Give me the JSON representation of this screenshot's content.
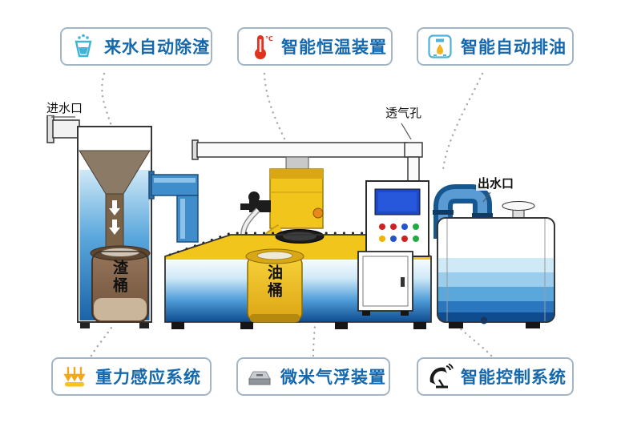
{
  "callouts": {
    "top": [
      {
        "label": "来水自动除渣",
        "icon": "water-cup-icon"
      },
      {
        "label": "智能恒温装置",
        "icon": "thermometer-icon"
      },
      {
        "label": "智能自动排油",
        "icon": "oil-drain-icon"
      }
    ],
    "bottom": [
      {
        "label": "重力感应系统",
        "icon": "gravity-arrows-icon"
      },
      {
        "label": "微米气浮装置",
        "icon": "flotation-device-icon"
      },
      {
        "label": "智能控制系统",
        "icon": "satellite-dish-icon"
      }
    ]
  },
  "machine_labels": {
    "inlet": "进水口",
    "vent": "透气孔",
    "outlet": "出水口",
    "slag_barrel": "渣桶",
    "oil_barrel": "油桶"
  },
  "colors": {
    "callout_text": "#1468ad",
    "callout_border": "#a3b6c6",
    "water_blue": "#2e7fc0",
    "oil_yellow": "#f2c51d",
    "slag_brown": "#8a6a50"
  }
}
